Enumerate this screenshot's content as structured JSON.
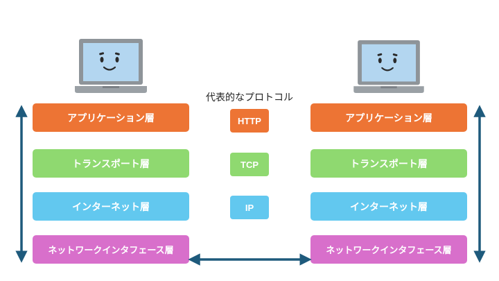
{
  "protocols_title": "代表的なプロトコル",
  "left_stack": {
    "application": "アプリケーション層",
    "transport": "トランスポート層",
    "internet": "インターネット層",
    "network_interface": "ネットワークインタフェース層"
  },
  "right_stack": {
    "application": "アプリケーション層",
    "transport": "トランスポート層",
    "internet": "インターネット層",
    "network_interface": "ネットワークインタフェース層"
  },
  "protocols": {
    "application": "HTTP",
    "transport": "TCP",
    "internet": "IP"
  },
  "colors": {
    "application": "#ed7434",
    "transport": "#8fd970",
    "internet": "#62c8ef",
    "network_interface": "#d86fcb",
    "arrow": "#1e5a7c",
    "laptop_body": "#8e9499",
    "laptop_screen": "#b3d6f0"
  }
}
